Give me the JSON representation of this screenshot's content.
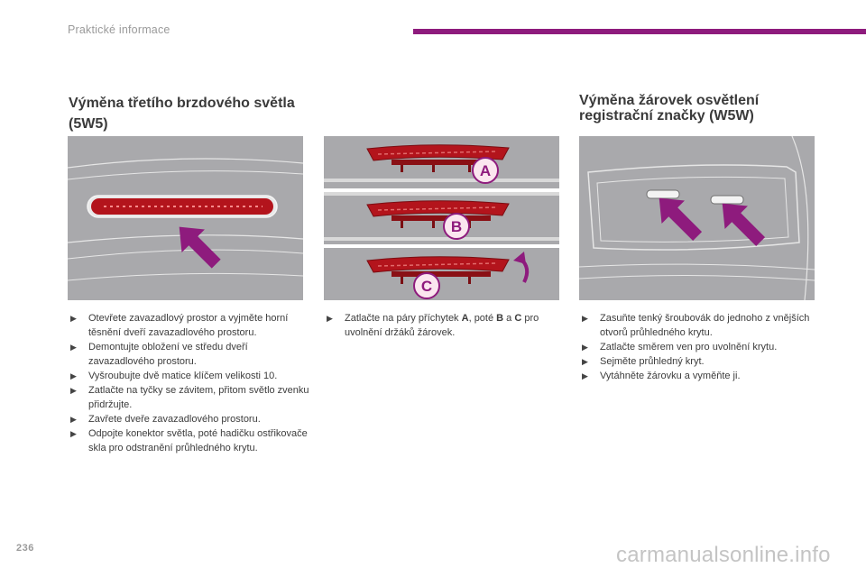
{
  "header": {
    "title": "Praktické informace",
    "accent_color": "#8e1b7d"
  },
  "left": {
    "title": "Výměna třetího brzdového světla (5W5)",
    "bullet_icon": "triangle-right-icon",
    "items": [
      "Otevřete zavazadlový prostor a vyjměte horní těsnění dveří zavazadlového prostoru.",
      "Demontujte obložení ve středu dveří zavazadlového prostoru.",
      "Vyšroubujte dvě matice klíčem velikosti 10.",
      "Zatlačte na tyčky se závitem, přitom světlo zvenku přidržujte.",
      "Zavřete dveře zavazadlového prostoru.",
      "Odpojte konektor světla, poté hadičku ostřikovače skla pro odstranění průhledného krytu."
    ]
  },
  "middle": {
    "labels": [
      "A",
      "B",
      "C"
    ],
    "item": {
      "t1": "Zatlačte na páry příchytek ",
      "a": "A",
      "t2": ", poté ",
      "b": "B",
      "t3": " a ",
      "c": "C",
      "t4": " pro uvolnění držáků žárovek."
    }
  },
  "right": {
    "title": "Výměna žárovek osvětlení registrační značky (W5W)",
    "items": [
      "Zasuňte tenký šroubovák do jednoho z vnějších otvorů průhledného krytu.",
      "Zatlačte směrem ven pro uvolnění krytu.",
      "Sejměte průhledný kryt.",
      "Vytáhněte žárovku a vyměňte ji."
    ]
  },
  "footer": {
    "page_number": "236",
    "watermark": "carmanualsonline.info"
  },
  "colors": {
    "arrow": "#8e1b7d",
    "figure_bg": "#a9a9ac",
    "lamp_red": "#b3141c"
  }
}
